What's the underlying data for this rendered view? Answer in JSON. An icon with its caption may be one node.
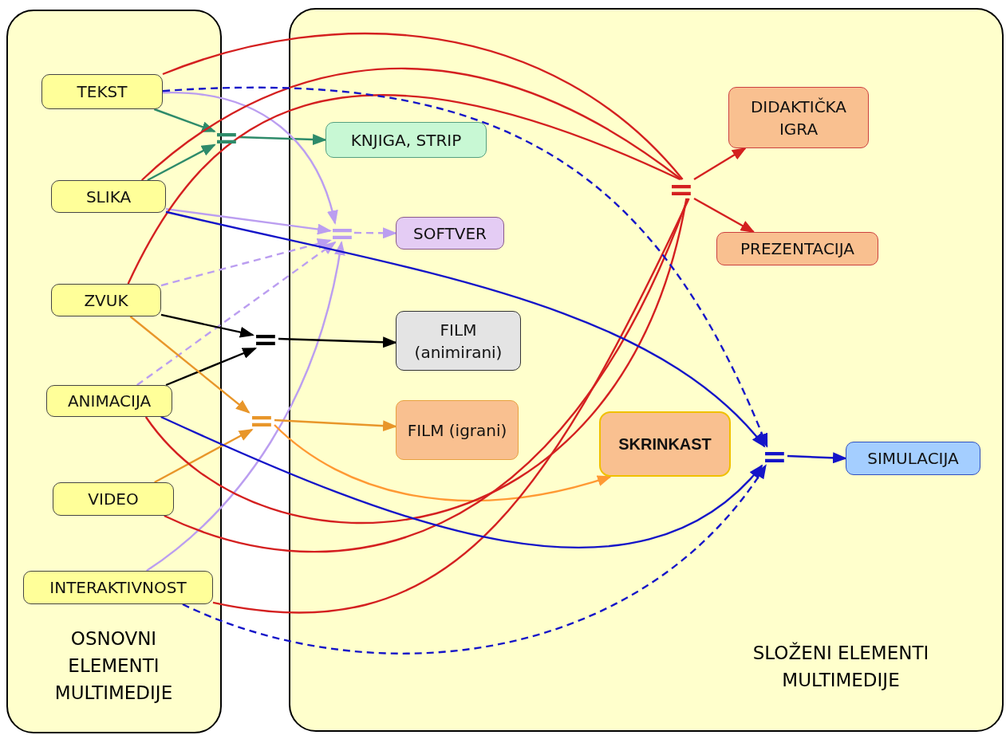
{
  "diagram": {
    "nodes": [
      {
        "text": [
          "OSNOVNI ELEMENTI MULTIMEDIJE"
        ]
      },
      {
        "text": [
          "TEKST"
        ],
        "in": 0
      },
      {
        "text": [
          "SLIKA"
        ],
        "in": 0
      },
      {
        "text": [
          "ZVUK"
        ],
        "in": 0
      },
      {
        "text": [
          "ANIMACIJA"
        ],
        "in": 0
      },
      {
        "text": [
          "VIDEO"
        ],
        "in": 0
      },
      {
        "text": [
          "INTERAKTIVNOST"
        ],
        "in": 0
      },
      {
        "text": [
          "SLOŽENI ELEMENTI MULTIMEDIJE"
        ]
      },
      {
        "text": [
          "="
        ]
      },
      {
        "text": [
          "KNJIGA, STRIP"
        ],
        "in": 7
      },
      {
        "text": [
          "="
        ],
        "in": 7
      },
      {
        "text": [
          "SOFTVER"
        ],
        "in": 7
      },
      {
        "text": [
          "="
        ]
      },
      {
        "text": [
          "FILM (animirani)"
        ],
        "in": 7
      },
      {
        "text": [
          "="
        ]
      },
      {
        "text": [
          "FILM (igrani)"
        ],
        "in": 7
      },
      {
        "text": [
          "DIDAKTIČKA IGRA"
        ],
        "in": 7
      },
      {
        "text": [
          "="
        ],
        "in": 7
      },
      {
        "text": [
          "PREZENTACIJA"
        ],
        "in": 7
      },
      {
        "text": [
          "SKRINKAST"
        ],
        "in": 7
      },
      {
        "text": [
          "="
        ],
        "in": 7
      },
      {
        "text": [
          "SIMULACIJA"
        ],
        "in": 7
      }
    ],
    "edges": [
      {
        "from": 1,
        "to": 8,
        "arrow": "to",
        "color": "#2e8b6a"
      },
      {
        "from": 2,
        "to": 8,
        "arrow": "to",
        "color": "#2e8b6a"
      },
      {
        "from": 8,
        "to": 9,
        "arrow": "to",
        "color": "#2e8b6a"
      },
      {
        "from": 1,
        "to": 10,
        "arrow": "to",
        "color": "#bb9ef0"
      },
      {
        "from": 2,
        "to": 10,
        "arrow": "to",
        "color": "#bb9ef0"
      },
      {
        "from": 3,
        "to": 10,
        "arrow": "to",
        "style": "dashed",
        "color": "#bb9ef0"
      },
      {
        "from": 4,
        "to": 10,
        "arrow": "to",
        "style": "dashed",
        "color": "#bb9ef0"
      },
      {
        "from": 6,
        "to": 10,
        "arrow": "to",
        "color": "#bb9ef0"
      },
      {
        "from": 10,
        "to": 11,
        "arrow": "to",
        "style": "dashed",
        "color": "#bb9ef0"
      },
      {
        "from": 3,
        "to": 12,
        "arrow": "to",
        "color": "#000000"
      },
      {
        "from": 4,
        "to": 12,
        "arrow": "to",
        "color": "#000000"
      },
      {
        "from": 12,
        "to": 13,
        "arrow": "to",
        "color": "#000000"
      },
      {
        "from": 3,
        "to": 14,
        "arrow": "to",
        "color": "#e8962a"
      },
      {
        "from": 5,
        "to": 14,
        "arrow": "to",
        "color": "#e8962a"
      },
      {
        "from": 14,
        "to": 15,
        "arrow": "to",
        "color": "#e8962a"
      },
      {
        "from": 14,
        "to": 19,
        "arrow": "to",
        "color": "#ff9933"
      },
      {
        "from": 1,
        "to": 17,
        "arrow": "none"
      },
      {
        "from": 2,
        "to": 17,
        "arrow": "none"
      },
      {
        "from": 3,
        "to": 17,
        "arrow": "none"
      },
      {
        "from": 4,
        "to": 17,
        "arrow": "none"
      },
      {
        "from": 5,
        "to": 17,
        "arrow": "none"
      },
      {
        "from": 6,
        "to": 17,
        "arrow": "none"
      },
      {
        "from": 17,
        "to": 16,
        "arrow": "to"
      },
      {
        "from": 17,
        "to": 18,
        "arrow": "to"
      },
      {
        "from": 1,
        "to": 20,
        "arrow": "to",
        "style": "dashed",
        "color": "#1414c8"
      },
      {
        "from": 2,
        "to": 20,
        "arrow": "to",
        "color": "#1414c8"
      },
      {
        "from": 4,
        "to": 20,
        "arrow": "to",
        "color": "#1414c8"
      },
      {
        "from": 6,
        "to": 20,
        "arrow": "to",
        "style": "dashed",
        "color": "#1414c8"
      },
      {
        "from": 20,
        "to": 21,
        "arrow": "to",
        "color": "#1414c8"
      }
    ]
  }
}
